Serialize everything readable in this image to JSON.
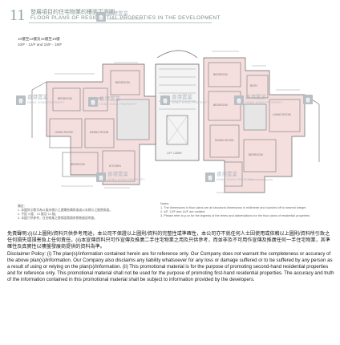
{
  "header": {
    "number": "11",
    "title_cn": "發展項目的住宅物業的樓面平面圖",
    "title_en": "FLOOR PLANS OF RESIDENTIAL PROPERTIES IN THE DEVELOPMENT"
  },
  "floor_label": {
    "cn": "10樓至12樓及15樓至18樓",
    "en": "10/F - 12/F and 15/F - 18/F"
  },
  "watermark": {
    "cn": "香港置業",
    "en": "HONG KONG PROPERTY"
  },
  "notes_left": [
    "備註：",
    "1. 本圖所示數字為以毫米標示之建築結構厚度或以米標示之樓層高度。",
    "2. 不設 4 樓、13 樓及 14 樓。",
    "3. 本圖只供參考，住宅物業之實際面積請參閱售樓說明書。"
  ],
  "notes_right": [
    "Notes:",
    "1. The dimensions in floor plans are all structural dimensions in millimetre and rounded off to nearest integer.",
    "2. 4/F, 13/F and 14/F are omitted.",
    "3. Please refer to p.xx for the legends of the terms and abbreviations for the floor plans of residential properties."
  ],
  "disclaimer": {
    "cn": "免責聲明:(i)以上圖則/資料只供參考用途，本公司不保證以上圖則/資料的完整性或準確性，本公司亦不就任何人士因使用或依賴以上圖則/資料所引致之任何損失或損害負上任何責任。(ii)本宣傳資料只可作宣傳及推廣二手住宅物業之用及只供參考，而並非及不可用作宣傳及推廣任何一手住宅物業，其準確性及真實性以樓盤發展商提供的資料為準。",
    "en": "Disclaimer Policy: (i) The plan(s)/information contained herein are for reference only. Our Company does not warrant the completeness or accuracy of the above plan(s)/information. Our Company also disclaims any liability whatsoever for any loss or damage suffered or to be suffered by any person as a result of using or relying on the plan(s)/information. (ii) This promotional material is for the purpose of promoting second-hand residential properties and for reference only. This promotional material shall not be used for the purpose of promoting first-hand residential properties. The accuracy and truth of the information contained in this promotional material shall be subject to information provided by the developers."
  }
}
